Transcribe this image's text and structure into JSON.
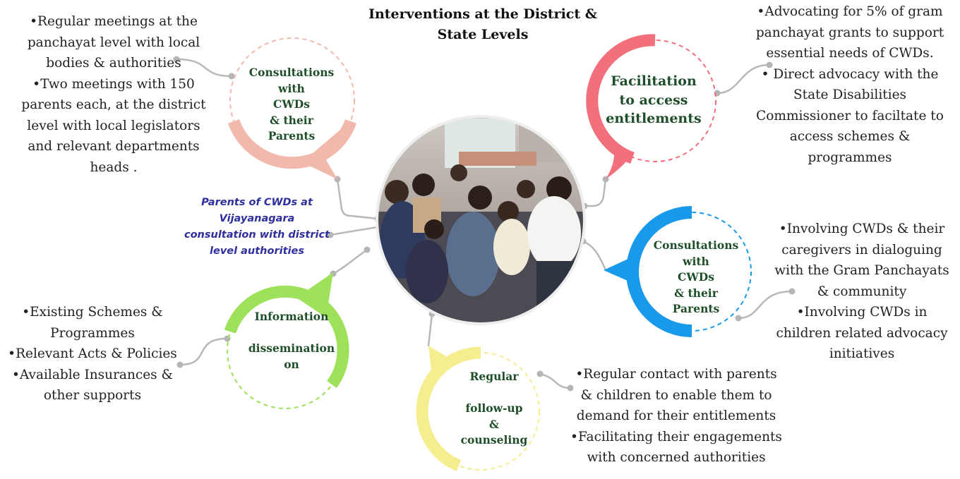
{
  "title": "Interventions at the District &\nState Levels",
  "colors": {
    "pink_light": "#f3b8ac",
    "red": "#f2707c",
    "blue": "#1899ea",
    "green": "#9ee25c",
    "yellow": "#f6ee8e",
    "label_text": "#1f4f2a",
    "caption_text": "#2f2f9e",
    "connector": "#b5b5b5"
  },
  "photo": {
    "icon": "group-meeting-photo",
    "caption_lines": [
      "Parents of CWDs at",
      "Vijayanagara",
      "consultation with district",
      "level authorities"
    ]
  },
  "nodes": {
    "consult_top": {
      "label_lines": [
        "Consultations",
        "with",
        "CWDs",
        "& their",
        "Parents"
      ],
      "bullets": [
        "•Regular meetings at the panchayat level with local bodies & authorities",
        "•Two meetings with 150 parents each,  at the district level with local legislators and relevant departments heads ."
      ]
    },
    "facilitation": {
      "label_lines": [
        "Facilitation",
        "to access",
        "entitlements"
      ],
      "bullets": [
        "•Advocating for 5% of gram panchayat grants to support essential needs of CWDs.",
        "• Direct advocacy with the State Disabilities Commissioner to faciltate to access schemes & programmes"
      ]
    },
    "consult_right": {
      "label_lines": [
        "Consultations",
        "with",
        "CWDs",
        "& their",
        "Parents"
      ],
      "bullets": [
        "•Involving CWDs & their caregivers in dialoguing with the Gram Panchayats  &  community",
        "•Involving CWDs  in children related advocacy initiatives"
      ]
    },
    "information": {
      "label_lines": [
        "Information",
        "",
        "dissemination",
        "on"
      ],
      "bullets": [
        "•Existing Schemes & Programmes",
        "•Relevant Acts & Policies",
        "•Available Insurances & other supports"
      ]
    },
    "followup": {
      "label_lines": [
        "Regular",
        "",
        "follow-up",
        "&",
        "counseling"
      ],
      "bullets": [
        "•Regular contact with parents & children to enable them to demand for their entitlements",
        "•Facilitating their engagements with concerned authorities"
      ]
    }
  }
}
